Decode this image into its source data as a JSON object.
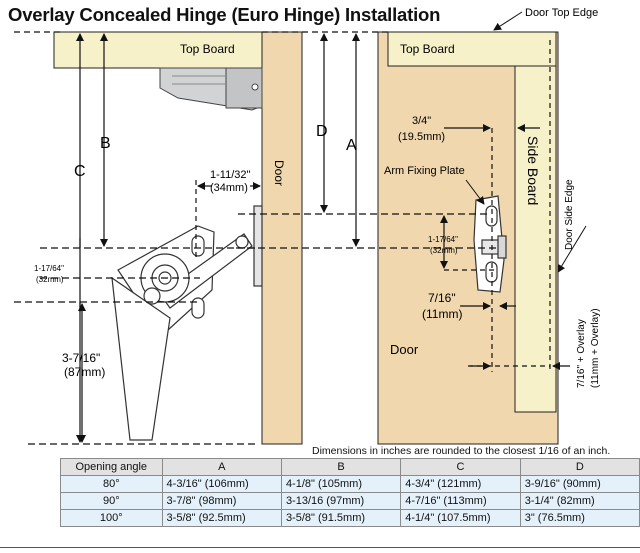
{
  "title": "Overlay Concealed Hinge (Euro Hinge) Installation",
  "labels": {
    "door_top_edge": "Door Top Edge",
    "top_board_left": "Top Board",
    "top_board_right": "Top Board",
    "door_vertical": "Door",
    "door_right": "Door",
    "side_board": "Side Board",
    "door_side_edge": "Door Side Edge",
    "arm_fixing_plate": "Arm Fixing Plate",
    "dim_a": "A",
    "dim_b": "B",
    "dim_c": "C",
    "dim_d": "D",
    "dim_door_gap_in": "1-11/32\"",
    "dim_door_gap_mm": "(34mm)",
    "dim_left_small_in": "1-17/64\"",
    "dim_left_small_mm": "(32mm)",
    "dim_hinge_in": "3-7/16\"",
    "dim_hinge_mm": "(87mm)",
    "dim_plate_top_in": "3/4\"",
    "dim_plate_top_mm": "(19.5mm)",
    "dim_plate_small_in": "1-17/64\"",
    "dim_plate_small_mm": "(32mm)",
    "dim_plate_side_in": "7/16\"",
    "dim_plate_side_mm": "(11mm)",
    "dim_overlay_in": "7/16\" + Overlay",
    "dim_overlay_mm": "(11mm + Overlay)"
  },
  "note": "Dimensions in inches are rounded to the closest 1/16 of an inch.",
  "table": {
    "headers": [
      "Opening angle",
      "A",
      "B",
      "C",
      "D"
    ],
    "rows": [
      [
        "80°",
        "4-3/16\" (106mm)",
        "4-1/8\" (105mm)",
        "4-3/4\" (121mm)",
        "3-9/16\" (90mm)"
      ],
      [
        "90°",
        "3-7/8\" (98mm)",
        "3-13/16 (97mm)",
        "4-7/16\" (113mm)",
        "3-1/4\" (82mm)"
      ],
      [
        "100°",
        "3-5/8\" (92.5mm)",
        "3-5/8\" (91.5mm)",
        "4-1/4\" (107.5mm)",
        "3\" (76.5mm)"
      ]
    ]
  }
}
